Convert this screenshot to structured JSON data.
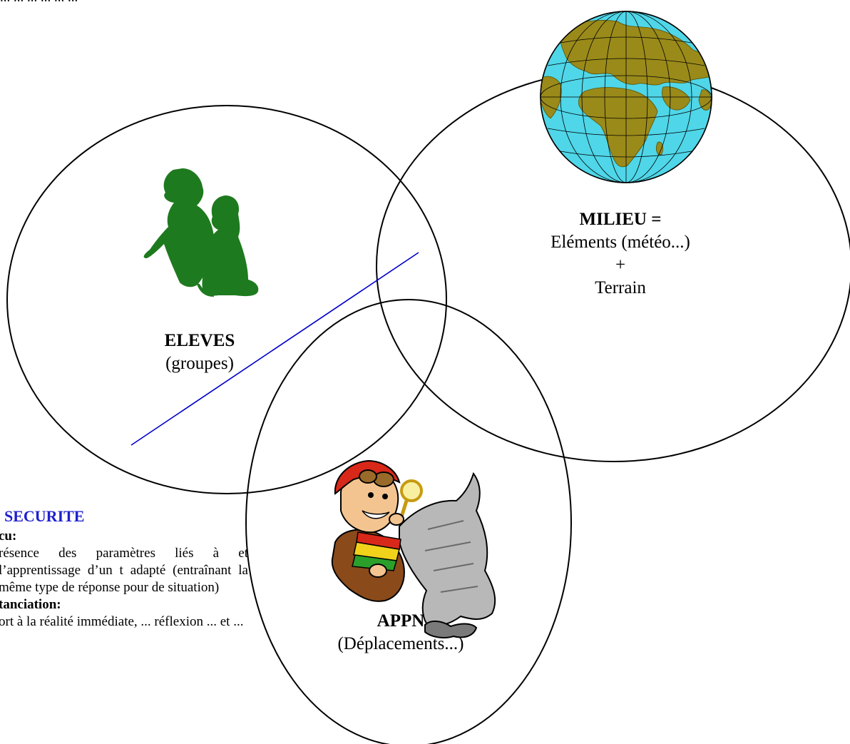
{
  "top_fragment": "... ... ... ... ... ...",
  "eleves": {
    "title": "ELEVES",
    "subtitle": "(groupes)"
  },
  "milieu": {
    "title": "MILIEU =",
    "line1": "Eléments (météo...)",
    "line2": "+",
    "line3": "Terrain"
  },
  "appn": {
    "title": "APPN",
    "subtitle": "(Déplacements...)"
  },
  "left_text": {
    "heading": "SECURITE",
    "section1_title": "cu:",
    "section1_body": "résence des paramètres liés à et l’apprentissage d’un t adapté (entraînant la même type de réponse pour de situation)",
    "section2_title": "tanciation:",
    "section2_body": "ort à la réalité immédiate, ... réflexion ... et ..."
  },
  "icons": {
    "children": "children-silhouette-icon",
    "globe": "globe-icon",
    "explorer": "explorer-with-map-icon"
  },
  "colors": {
    "line": "#000000",
    "diagonal": "#0000cc",
    "children": "#1e7a1e",
    "ocean": "#4fd6e8",
    "land": "#9a8a1a",
    "heading": "#1f1fd0"
  }
}
